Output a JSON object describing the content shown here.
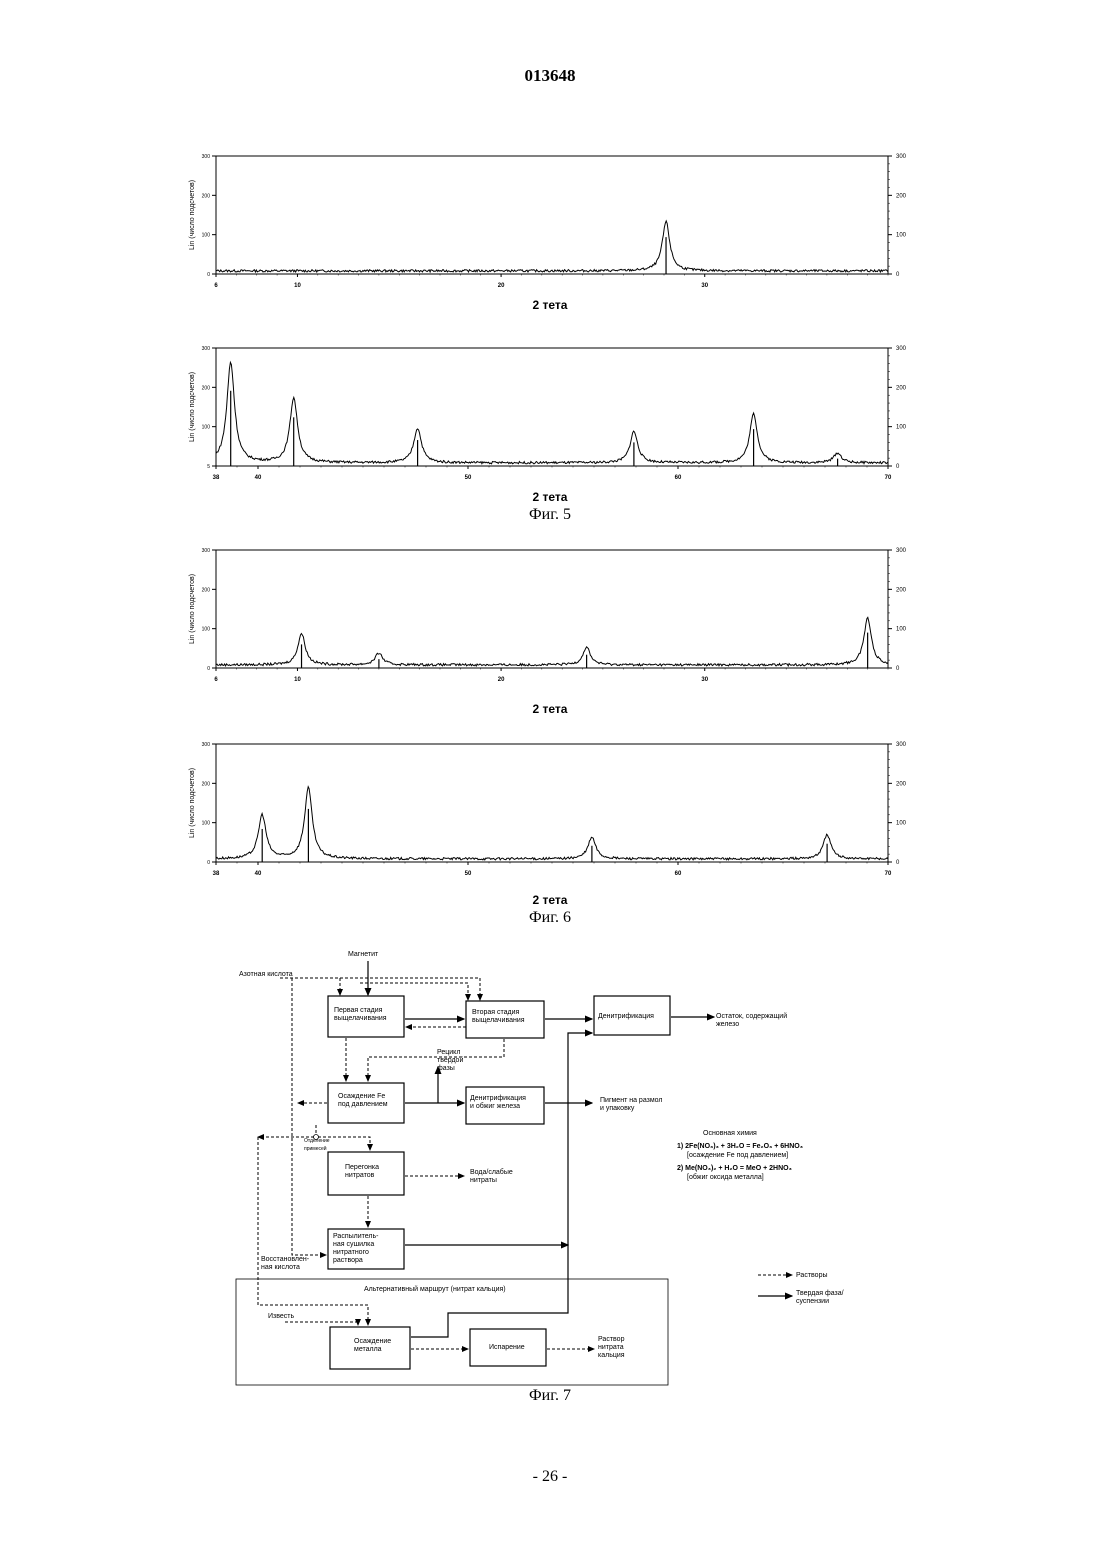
{
  "header": {
    "patent_number": "013648"
  },
  "footer": {
    "page_number": "- 26 -"
  },
  "figures": {
    "fig5": {
      "caption": "Фиг. 5"
    },
    "fig6": {
      "caption": "Фиг. 6"
    },
    "fig7": {
      "caption": "Фиг. 7"
    }
  },
  "chart_data": [
    {
      "type": "line",
      "ylabel": "Lin (число подсчетов)",
      "xlabel": "2 тета",
      "xlim": [
        6,
        39
      ],
      "ylim": [
        0,
        300
      ],
      "x_ticks": [
        "6",
        "10",
        "20",
        "30"
      ],
      "y_ticks_left": [
        "0",
        "100",
        "200",
        "300"
      ],
      "y_ticks_right": [
        "0",
        "100",
        "200",
        "300"
      ],
      "baseline": 8,
      "peaks": [
        {
          "x": 28.1,
          "y": 125
        }
      ]
    },
    {
      "type": "line",
      "ylabel": "Lin (число подсчетов)",
      "xlabel": "2 тета",
      "xlim": [
        38,
        70
      ],
      "ylim": [
        0,
        300
      ],
      "x_ticks": [
        "38",
        "40",
        "50",
        "60",
        "70"
      ],
      "y_ticks_left": [
        "5",
        "100",
        "200",
        "300"
      ],
      "y_ticks_right": [
        "0",
        "100",
        "200",
        "300"
      ],
      "baseline": 8,
      "peaks": [
        {
          "x": 38.7,
          "y": 255
        },
        {
          "x": 41.7,
          "y": 165
        },
        {
          "x": 47.6,
          "y": 88
        },
        {
          "x": 57.9,
          "y": 80
        },
        {
          "x": 63.6,
          "y": 125
        },
        {
          "x": 67.6,
          "y": 25
        }
      ]
    },
    {
      "type": "line",
      "ylabel": "Lin (число подсчетов)",
      "xlabel": "2 тета",
      "xlim": [
        6,
        39
      ],
      "ylim": [
        0,
        300
      ],
      "x_ticks": [
        "6",
        "10",
        "20",
        "30"
      ],
      "y_ticks_left": [
        "0",
        "100",
        "200",
        "300"
      ],
      "y_ticks_right": [
        "0",
        "100",
        "200",
        "300"
      ],
      "baseline": 8,
      "peaks": [
        {
          "x": 10.2,
          "y": 80
        },
        {
          "x": 14,
          "y": 30
        },
        {
          "x": 24.2,
          "y": 45
        },
        {
          "x": 38.0,
          "y": 120
        }
      ]
    },
    {
      "type": "line",
      "ylabel": "Lin (число подсчетов)",
      "xlabel": "2 тета",
      "xlim": [
        38,
        70
      ],
      "ylim": [
        0,
        300
      ],
      "x_ticks": [
        "38",
        "40",
        "50",
        "60",
        "70"
      ],
      "y_ticks_left": [
        "0",
        "100",
        "200",
        "300"
      ],
      "y_ticks_right": [
        "0",
        "100",
        "200",
        "300"
      ],
      "baseline": 8,
      "peaks": [
        {
          "x": 40.2,
          "y": 112
        },
        {
          "x": 42.4,
          "y": 180
        },
        {
          "x": 55.9,
          "y": 55
        },
        {
          "x": 67.1,
          "y": 62
        }
      ]
    }
  ],
  "flowchart": {
    "inputs": {
      "magnetite": "Магнетит",
      "nitric_acid": "Азотная кислота",
      "lime": "Известь",
      "recycled_acid": "Восстановлен-\nная кислота"
    },
    "boxes": {
      "leach1": "Первая стадия\nвыщелачивания",
      "leach2": "Вторая стадия\nвыщелачивания",
      "denit": "Денитрификация",
      "fe_precip": "Осаждение Fe\nпод давлением",
      "denit_calc": "Денитрификация\nи обжиг железа",
      "nitrate_dist": "Перегонка\nнитратов",
      "spray_dry": "Распылитель-\nная сушилка\nнитратного\nраствора",
      "metal_precip": "Осаждение\nметалла",
      "evaporation": "Испарение"
    },
    "labels": {
      "solids_recycle": "Рецикл\nтвердой\nфазы",
      "impurity_sep": "Отделение\nпримесей",
      "iron_residue": "Остаток, содержащий\nжелезо",
      "pigment": "Пигмент на размол\nи упаковку",
      "water": "Вода/слабые\nнитраты",
      "alt_route": "Альтернативный маршрут (нитрат кальция)",
      "ca_nitrate": "Раствор\nнитрата\nкальция"
    },
    "chemistry": {
      "title": "Основная химия",
      "eq1": "1) 2Fe(NO₃)₃ + 3H₂O = Fe₂O₃ + 6HNO₃",
      "eq1_note": "[осаждение Fe под давлением]",
      "eq2": "2) Me(NO₃)₂ + H₂O = MeO + 2HNO₃",
      "eq2_note": "[обжиг оксида металла]"
    },
    "legend": {
      "solutions": "Растворы",
      "solids": "Твердая фаза/\nсуспензии"
    }
  }
}
